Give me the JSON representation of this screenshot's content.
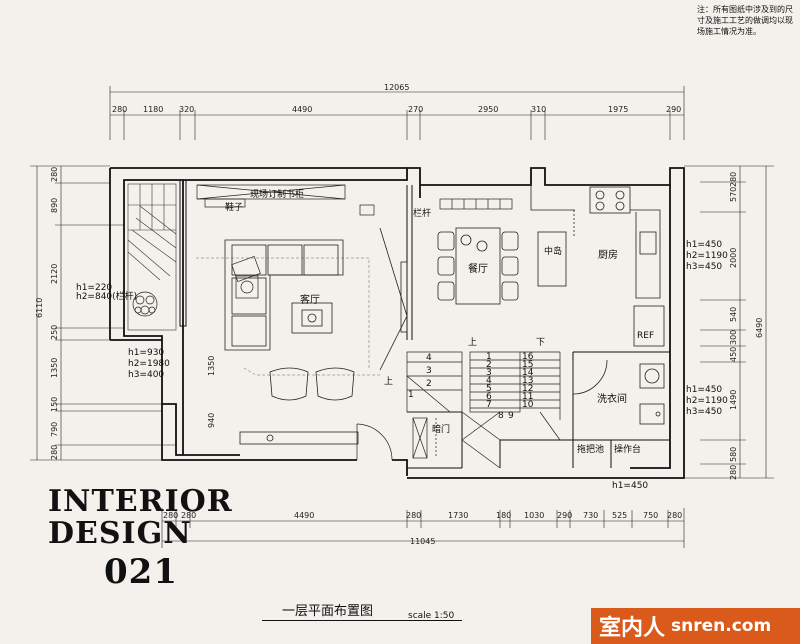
{
  "note": "注：所有图纸中涉及到的尺寸及施工工艺的做调均以现场施工情况为准。",
  "brand": {
    "line1": "INTERIOR",
    "line2": "DESIGN",
    "line3": "021"
  },
  "title": "一层平面布置图",
  "scale": "scale 1:50",
  "watermark": {
    "cn": "室内人",
    "en": "snren.com"
  },
  "dims": {
    "top_total": "12065",
    "top": [
      "280",
      "1180",
      "320",
      "4490",
      "270",
      "2950",
      "310",
      "1975",
      "290"
    ],
    "bottom": [
      "280",
      "280",
      "4490",
      "280",
      "1730",
      "180",
      "1030",
      "290",
      "730",
      "525",
      "750",
      "280"
    ],
    "bottom_total": "11045",
    "left_total": "6110",
    "left": [
      "280",
      "890",
      "2120",
      "250",
      "1350",
      "150",
      "790",
      "280"
    ],
    "right_total": "6490",
    "right": [
      "570",
      "280",
      "2000",
      "540",
      "300",
      "450",
      "1490",
      "580",
      "280"
    ],
    "inner": [
      "1350",
      "940"
    ]
  },
  "rooms": {
    "living": "客厅",
    "dining": "餐厅",
    "kitchen": "厨房",
    "island": "中岛",
    "laundry": "洗衣间",
    "closet": "暗门",
    "mop": "拖把池",
    "counter": "操作台",
    "shoe": "鞋子",
    "bookcase": "现场订制书柜",
    "rail": "栏杆",
    "fridge": "REF"
  },
  "heights": {
    "left": [
      "h1=220",
      "h2=840(栏杆)"
    ],
    "living": [
      "h1=930",
      "h2=1980",
      "h3=400"
    ],
    "kitchen": [
      "h1=450",
      "h2=1190",
      "h3=450"
    ],
    "laundry": [
      "h1=450",
      "h2=1190",
      "h3=450"
    ],
    "counter": "h1=450"
  },
  "stairs": {
    "up": "上",
    "down": "下",
    "up2": "上",
    "left_steps": [
      "4",
      "3",
      "2",
      "1"
    ],
    "right_a": [
      "1",
      "2",
      "3",
      "4",
      "5",
      "6",
      "7"
    ],
    "right_b": [
      "16",
      "15",
      "14",
      "13",
      "12",
      "11",
      "10"
    ],
    "right_c": [
      "8",
      "9"
    ]
  }
}
